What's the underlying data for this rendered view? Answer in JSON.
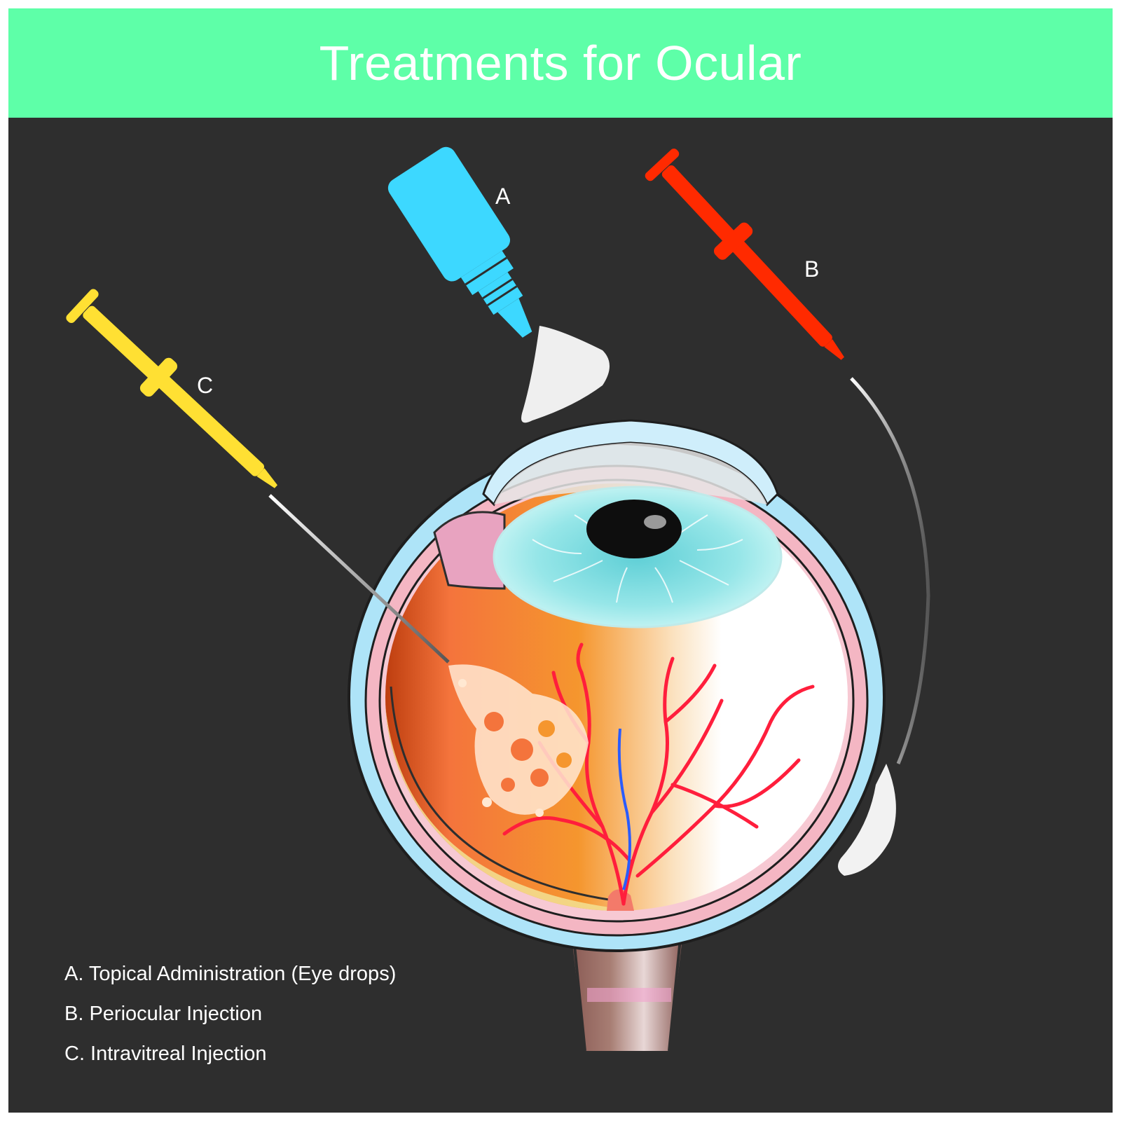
{
  "title": "Treatments for Ocular",
  "colors": {
    "header_bg": "#5effa8",
    "panel_bg": "#2e2e2e",
    "dropper": "#3dd8ff",
    "syringe_b": "#ff2a00",
    "syringe_c": "#ffe033",
    "sclera_outer": "#aee4f8",
    "choroid": "#f4b6c3",
    "iris": "#8fe3e6"
  },
  "markers": {
    "a": "A",
    "b": "B",
    "c": "C"
  },
  "legend": [
    "A. Topical Administration (Eye drops)",
    "B. Periocular Injection",
    "C. Intravitreal Injection"
  ],
  "icons": [
    "eye-drop-bottle-icon",
    "syringe-icon"
  ]
}
